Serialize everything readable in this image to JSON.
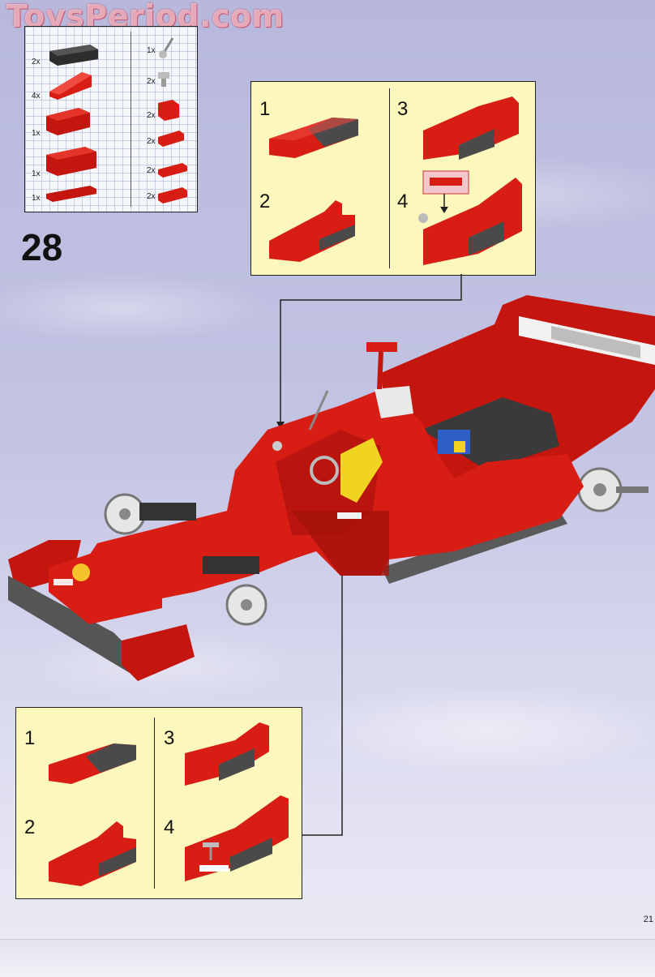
{
  "watermark": "ToysPeriod.com",
  "step_number": "28",
  "page_number": "21",
  "parts_list": {
    "left_quantities": [
      "2x",
      "4x",
      "1x",
      "1x",
      "1x"
    ],
    "right_quantities": [
      "1x",
      "2x",
      "2x",
      "2x",
      "2x",
      "2x"
    ]
  },
  "subassembly_top": {
    "steps": [
      "1",
      "2",
      "3",
      "4"
    ]
  },
  "subassembly_bottom": {
    "steps": [
      "1",
      "2",
      "3",
      "4"
    ]
  },
  "colors": {
    "brick_red": "#d81d14",
    "dark_red": "#9d0f0b",
    "dark_gray": "#4a4a4a",
    "box_yellow": "#fbf7bd",
    "sky": "#c3c4e3"
  }
}
